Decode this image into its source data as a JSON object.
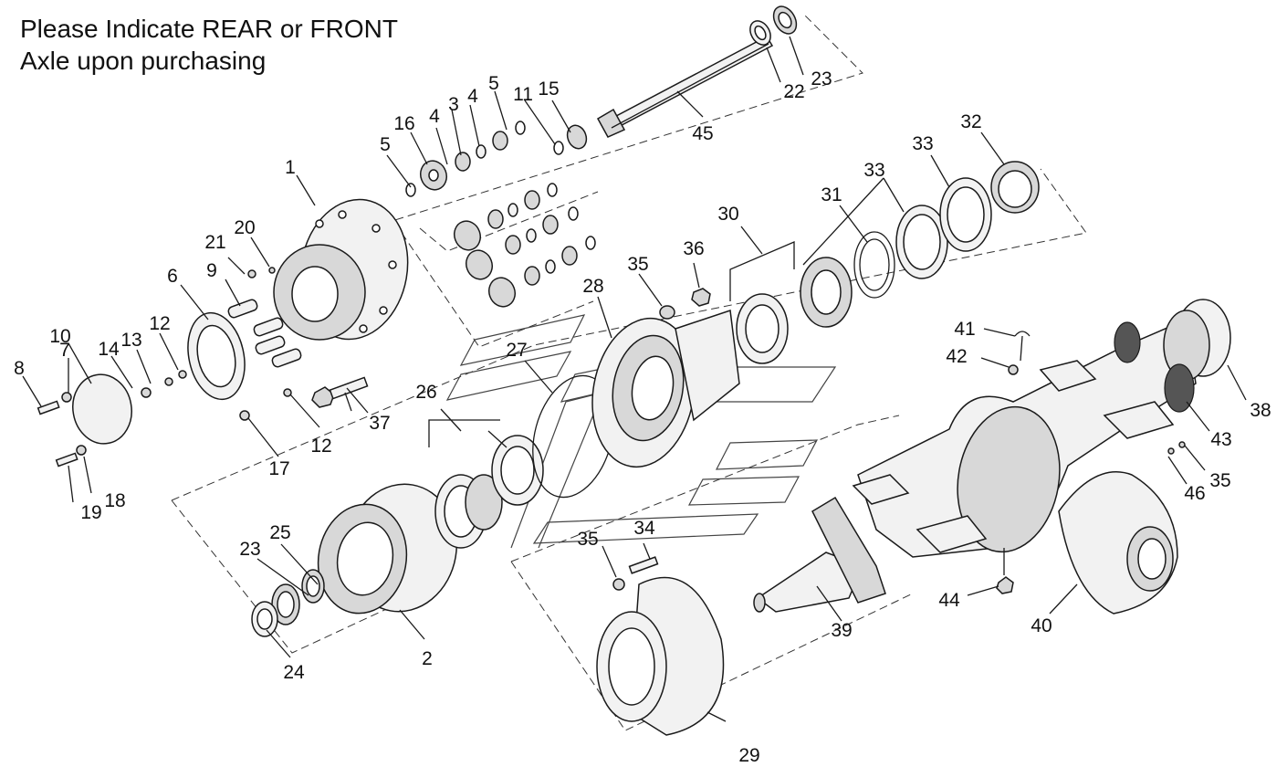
{
  "title": {
    "line1": "Please Indicate REAR or FRONT",
    "line2": "Axle upon purchasing"
  },
  "callouts": [
    {
      "id": "p1",
      "text": "1"
    },
    {
      "id": "p2",
      "text": "2"
    },
    {
      "id": "p3",
      "text": "3"
    },
    {
      "id": "p4a",
      "text": "4"
    },
    {
      "id": "p4b",
      "text": "4"
    },
    {
      "id": "p5a",
      "text": "5"
    },
    {
      "id": "p5b",
      "text": "5"
    },
    {
      "id": "p6",
      "text": "6"
    },
    {
      "id": "p7",
      "text": "7"
    },
    {
      "id": "p8",
      "text": "8"
    },
    {
      "id": "p9",
      "text": "9"
    },
    {
      "id": "p10",
      "text": "10"
    },
    {
      "id": "p11",
      "text": "11"
    },
    {
      "id": "p12a",
      "text": "12"
    },
    {
      "id": "p12b",
      "text": "12"
    },
    {
      "id": "p13",
      "text": "13"
    },
    {
      "id": "p14",
      "text": "14"
    },
    {
      "id": "p15",
      "text": "15"
    },
    {
      "id": "p16",
      "text": "16"
    },
    {
      "id": "p17",
      "text": "17"
    },
    {
      "id": "p18",
      "text": "18"
    },
    {
      "id": "p19",
      "text": "19"
    },
    {
      "id": "p20",
      "text": "20"
    },
    {
      "id": "p21",
      "text": "21"
    },
    {
      "id": "p22",
      "text": "22"
    },
    {
      "id": "p23a",
      "text": "23"
    },
    {
      "id": "p23b",
      "text": "23"
    },
    {
      "id": "p24",
      "text": "24"
    },
    {
      "id": "p25",
      "text": "25"
    },
    {
      "id": "p26",
      "text": "26"
    },
    {
      "id": "p27",
      "text": "27"
    },
    {
      "id": "p28",
      "text": "28"
    },
    {
      "id": "p29",
      "text": "29"
    },
    {
      "id": "p30",
      "text": "30"
    },
    {
      "id": "p31",
      "text": "31"
    },
    {
      "id": "p32",
      "text": "32"
    },
    {
      "id": "p33a",
      "text": "33"
    },
    {
      "id": "p33b",
      "text": "33"
    },
    {
      "id": "p34",
      "text": "34"
    },
    {
      "id": "p35a",
      "text": "35"
    },
    {
      "id": "p35b",
      "text": "35"
    },
    {
      "id": "p35c",
      "text": "35"
    },
    {
      "id": "p36",
      "text": "36"
    },
    {
      "id": "p37",
      "text": "37"
    },
    {
      "id": "p38",
      "text": "38"
    },
    {
      "id": "p39",
      "text": "39"
    },
    {
      "id": "p40",
      "text": "40"
    },
    {
      "id": "p41",
      "text": "41"
    },
    {
      "id": "p42",
      "text": "42"
    },
    {
      "id": "p43",
      "text": "43"
    },
    {
      "id": "p44",
      "text": "44"
    },
    {
      "id": "p45",
      "text": "45"
    },
    {
      "id": "p46",
      "text": "46"
    }
  ],
  "colors": {
    "line": "#1a1a1a",
    "part_fill": "#f2f2f2",
    "shade": "#d8d8d8",
    "background": "#ffffff"
  }
}
